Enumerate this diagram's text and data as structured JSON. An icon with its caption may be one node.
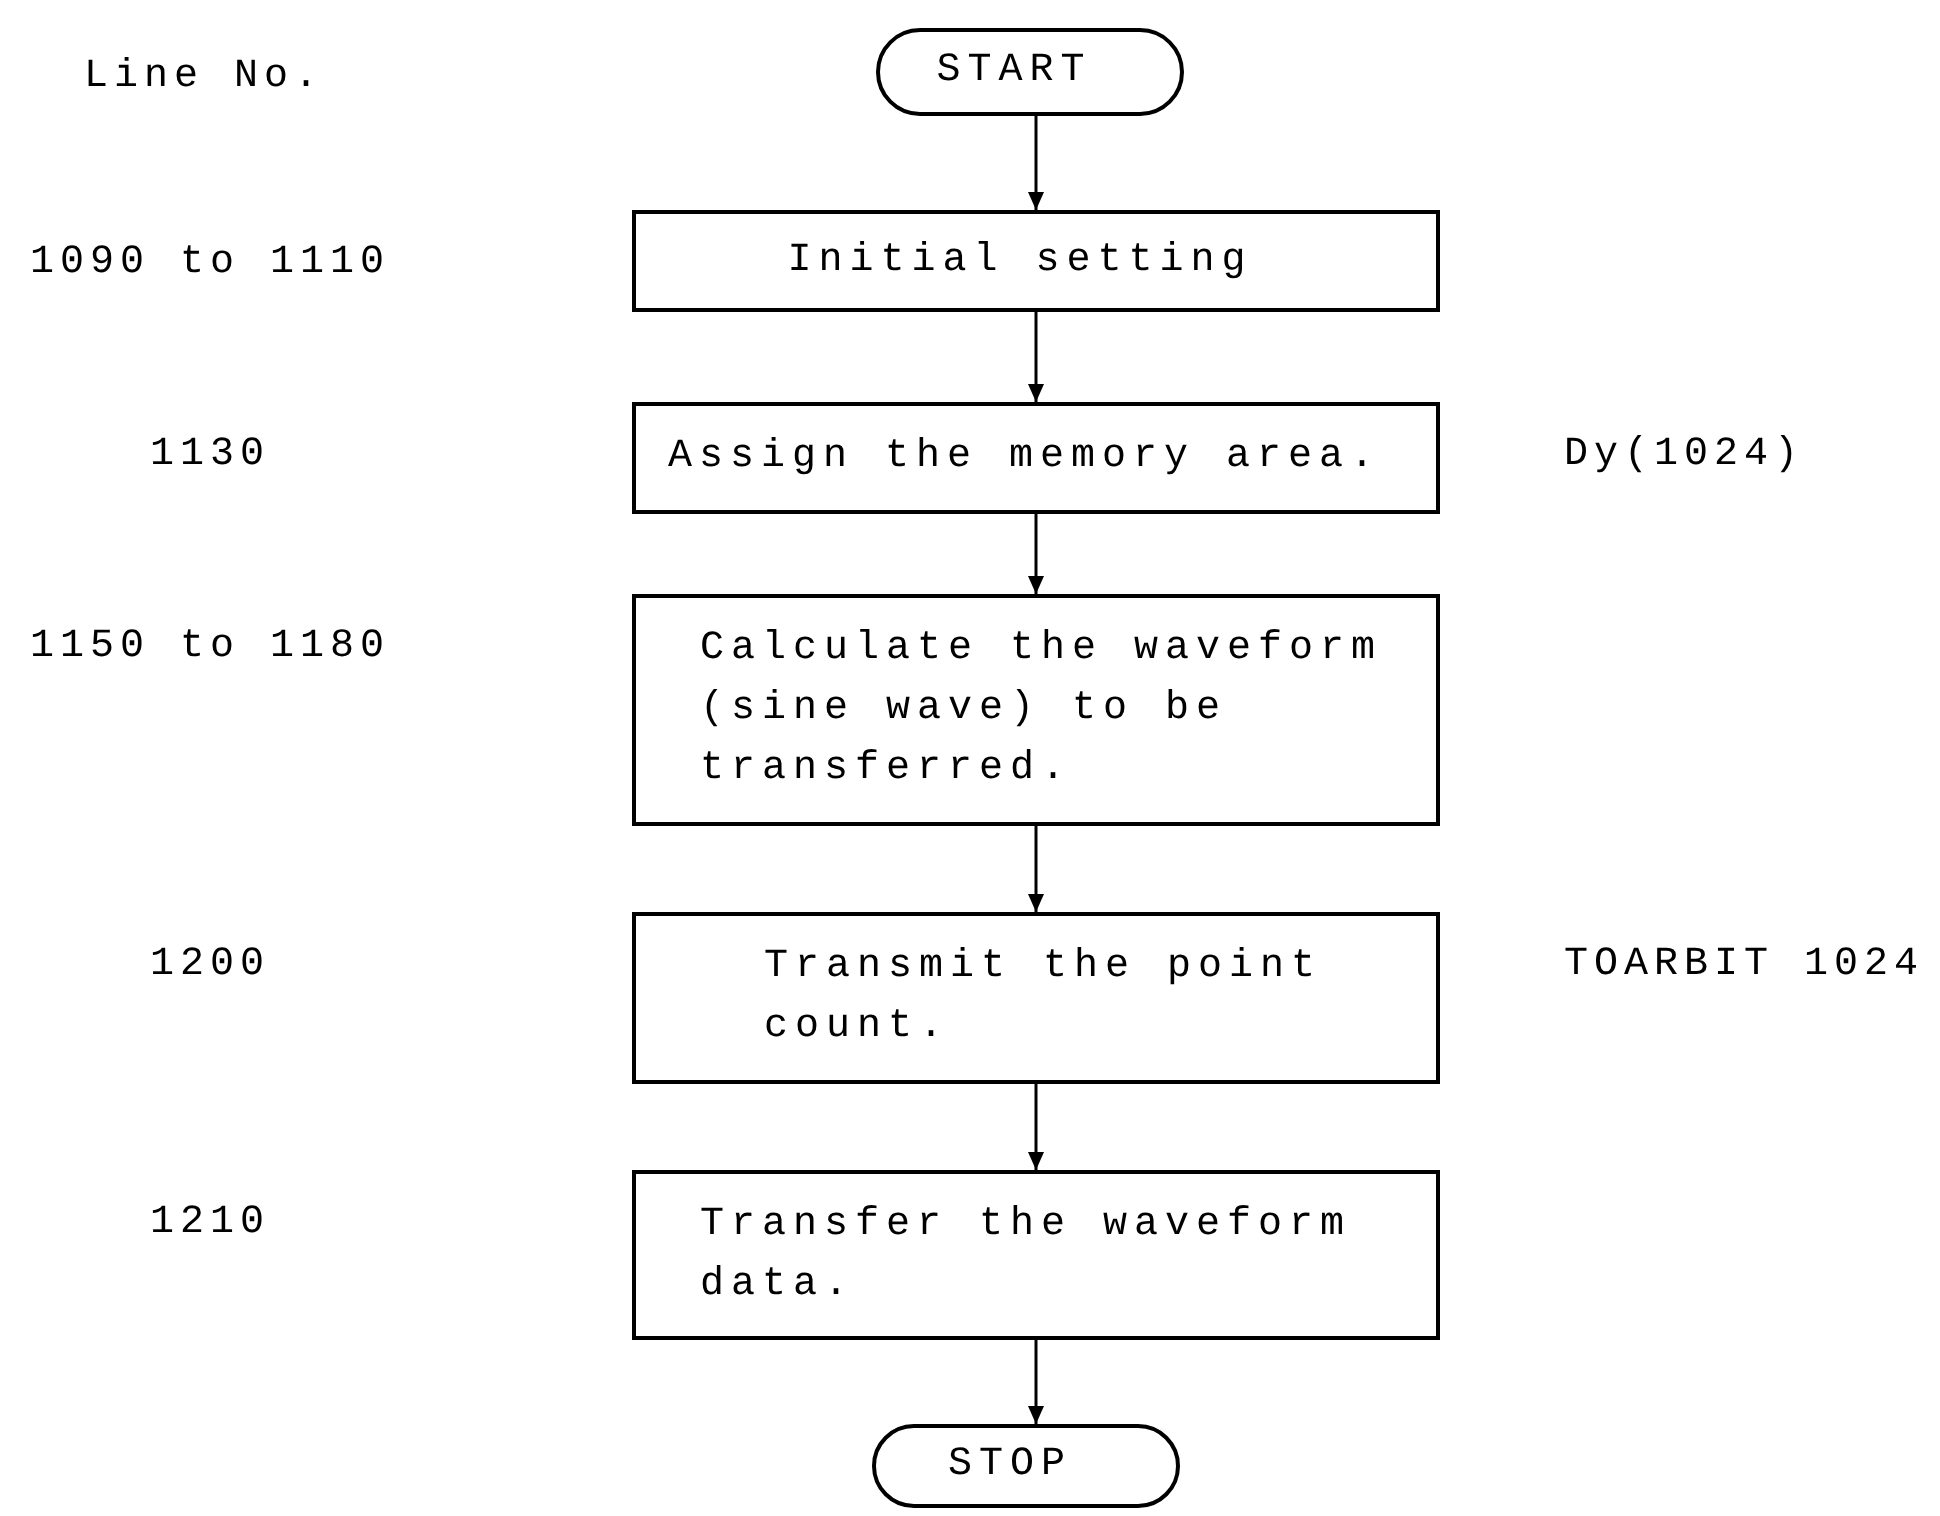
{
  "diagram": {
    "nodes": [
      {
        "text": [
          "START"
        ]
      },
      {
        "text": [
          "Initial setting"
        ]
      },
      {
        "text": [
          "Assign the memory area."
        ],
        "beside": [
          "Dy(1024)"
        ]
      },
      {
        "text": [
          "Calculate the waveform (sine wave) to be transferred."
        ]
      },
      {
        "text": [
          "Transmit the point count."
        ],
        "beside": [
          "TOARBIT 1024"
        ]
      },
      {
        "text": [
          "Transfer the waveform data."
        ]
      },
      {
        "text": [
          "STOP"
        ]
      }
    ],
    "edges": [
      {
        "from": 0,
        "to": 1,
        "arrow": "to"
      },
      {
        "from": 1,
        "to": 2,
        "arrow": "to"
      },
      {
        "from": 2,
        "to": 3,
        "arrow": "to"
      },
      {
        "from": 3,
        "to": 4,
        "arrow": "to"
      },
      {
        "from": 4,
        "to": 5,
        "arrow": "to"
      },
      {
        "from": 5,
        "to": 6,
        "arrow": "to"
      }
    ],
    "labels": [
      "Line No.",
      "1090 to 1110",
      "1130",
      "1150 to 1180",
      "1200",
      "1210"
    ]
  }
}
